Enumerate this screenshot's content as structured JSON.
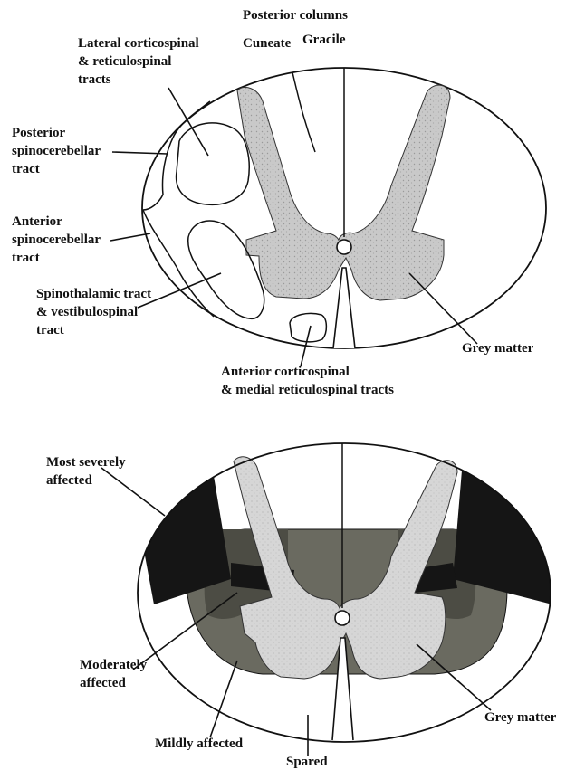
{
  "colors": {
    "grey_matter": "#c9c9c9",
    "grey_matter_light": "#d7d7d7",
    "moderate": "#4c4c44",
    "mild": "#6a6a60",
    "severe": "#151515",
    "outline": "#111111"
  },
  "top_diagram": {
    "title": "Posterior columns",
    "labels": {
      "cuneate": "Cuneate",
      "gracile": "Gracile",
      "lateral_corticospinal": [
        "Lateral corticospinal",
        "& reticulospinal",
        "tracts"
      ],
      "posterior_spinocerebellar": [
        "Posterior",
        "spinocerebellar",
        "tract"
      ],
      "anterior_spinocerebellar": [
        "Anterior",
        "spinocerebellar",
        "tract"
      ],
      "spinothalamic": [
        "Spinothalamic tract",
        "& vestibulospinal",
        "tract"
      ],
      "anterior_corticospinal": [
        "Anterior corticospinal",
        "& medial reticulospinal tracts"
      ],
      "grey_matter": "Grey matter"
    }
  },
  "bottom_diagram": {
    "labels": {
      "most_severely": [
        "Most severely",
        "affected"
      ],
      "moderately": [
        "Moderately",
        "affected"
      ],
      "mildly": "Mildly affected",
      "spared": "Spared",
      "grey_matter": "Grey matter"
    }
  }
}
